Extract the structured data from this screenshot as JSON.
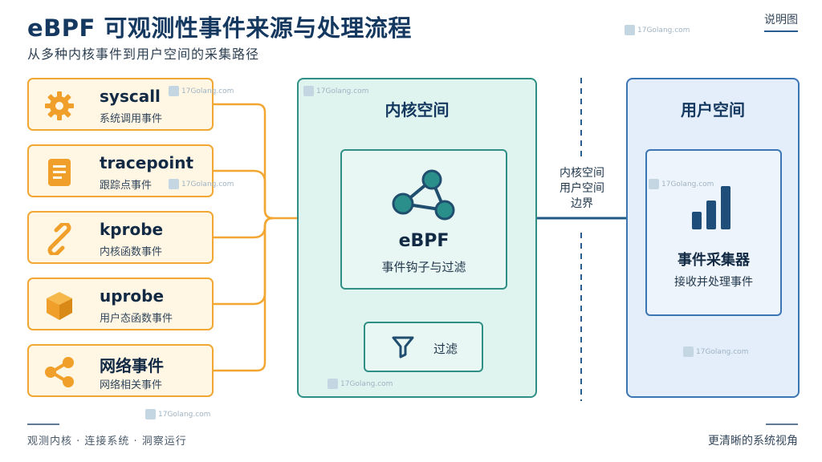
{
  "header": {
    "title": "eBPF 可观测性事件来源与处理流程",
    "subtitle": "从多种内核事件到用户空间的采集路径",
    "badge": "说明图"
  },
  "sources": [
    {
      "name": "syscall",
      "desc": "系统调用事件",
      "icon": "gear-icon"
    },
    {
      "name": "tracepoint",
      "desc": "跟踪点事件",
      "icon": "document-icon"
    },
    {
      "name": "kprobe",
      "desc": "内核函数事件",
      "icon": "link-icon"
    },
    {
      "name": "uprobe",
      "desc": "用户态函数事件",
      "icon": "cube-icon"
    },
    {
      "name": "网络事件",
      "desc": "网络相关事件",
      "icon": "share-icon"
    }
  ],
  "kernel": {
    "title": "内核空间",
    "ebpf_label": "eBPF",
    "ebpf_desc": "事件钩子与过滤",
    "filter_label": "过滤"
  },
  "boundary": {
    "line1": "内核空间",
    "line2": "用户空间",
    "line3": "边界"
  },
  "user": {
    "title": "用户空间",
    "collector_title": "事件采集器",
    "collector_desc": "接收并处理事件"
  },
  "footer": {
    "left": "观测内核 · 连接系统 · 洞察运行",
    "right": "更清晰的系统视角"
  },
  "watermark": "17Golang.com",
  "colors": {
    "source_accent": "#f2a733",
    "kernel_accent": "#2f8f84",
    "user_accent": "#3a75b4",
    "title": "#14385f"
  }
}
